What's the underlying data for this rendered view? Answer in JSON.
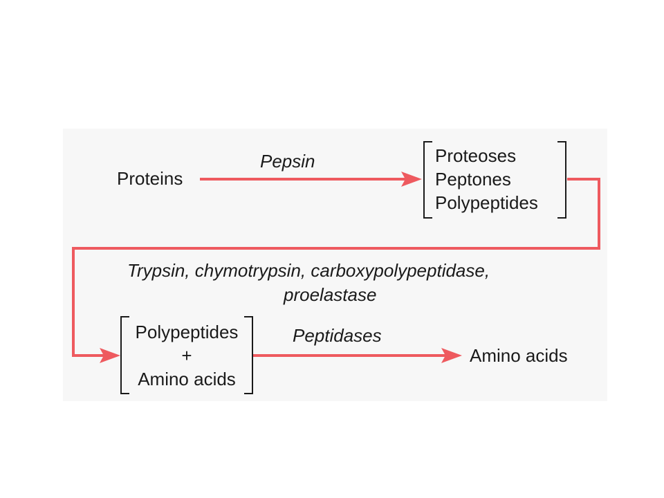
{
  "diagram": {
    "arrow_color": "#ee5a5f",
    "step1": {
      "input": "Proteins",
      "enzyme": "Pepsin",
      "products": [
        "Proteoses",
        "Peptones",
        "Polypeptides"
      ]
    },
    "step2": {
      "enzymes_line1": "Trypsin, chymotrypsin, carboxypolypeptidase,",
      "enzymes_line2": "proelastase",
      "products": [
        "Polypeptides",
        "+",
        "Amino acids"
      ]
    },
    "step3": {
      "enzyme": "Peptidases",
      "output": "Amino acids"
    }
  }
}
